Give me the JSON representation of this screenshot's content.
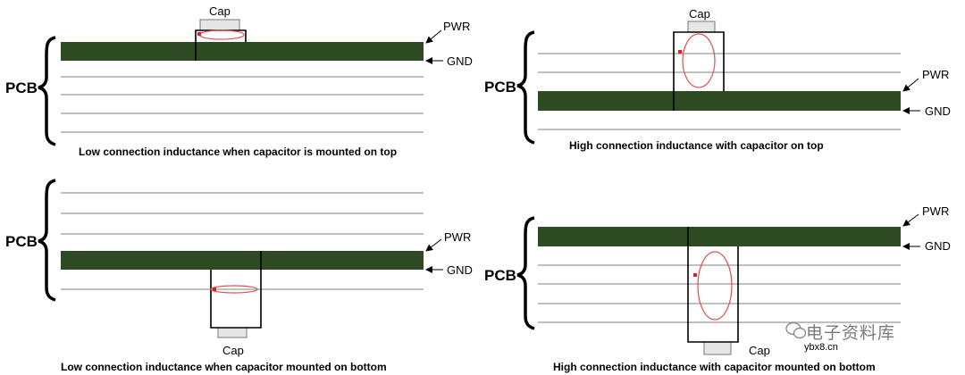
{
  "panels": [
    {
      "id": "top-left",
      "pcb_label": "PCB",
      "pwr_label": "PWR",
      "gnd_label": "GND",
      "cap_label": "Cap",
      "caption": "Low connection inductance when capacitor is mounted on top"
    },
    {
      "id": "top-right",
      "pcb_label": "PCB",
      "pwr_label": "PWR",
      "gnd_label": "GND",
      "cap_label": "Cap",
      "caption": "High connection inductance with capacitor on top"
    },
    {
      "id": "bottom-left",
      "pcb_label": "PCB",
      "pwr_label": "PWR",
      "gnd_label": "GND",
      "cap_label": "Cap",
      "caption": "Low connection inductance when capacitor mounted on bottom"
    },
    {
      "id": "bottom-right",
      "pcb_label": "PCB",
      "pwr_label": "PWR",
      "gnd_label": "GND",
      "cap_label": "Cap",
      "caption": "High connection inductance with capacitor mounted on bottom"
    }
  ],
  "watermark": {
    "text": "电子资料库",
    "url": "ybx8.cn"
  },
  "colors": {
    "plane": "#2d4a22",
    "line": "#9a9a9a",
    "loop": "#e05050",
    "cap_fill": "#e6e6e6",
    "cap_border": "#777777"
  }
}
